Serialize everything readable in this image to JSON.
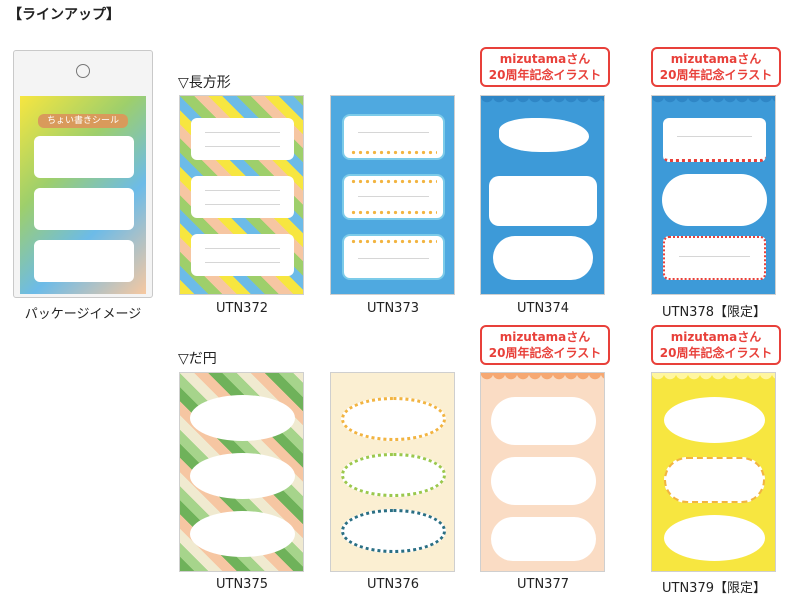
{
  "heading": "【ラインアップ】",
  "sections": {
    "rect": "▽長方形",
    "oval": "▽だ円"
  },
  "badge": {
    "line1": "mizutamaさん",
    "line2": "20周年記念イラスト"
  },
  "package_caption": "パッケージイメージ",
  "package_title": "ちょい書きシール",
  "products": {
    "utn372": "UTN372",
    "utn373": "UTN373",
    "utn374": "UTN374",
    "utn378": "UTN378【限定】",
    "utn375": "UTN375",
    "utn376": "UTN376",
    "utn377": "UTN377",
    "utn379": "UTN379【限定】"
  },
  "colors": {
    "accent_red": "#e8403a",
    "blue": "#3d9ad8",
    "green": "#6fb25a",
    "yellow": "#f7e640",
    "peach": "#f6b592",
    "cream": "#fbefd2"
  }
}
